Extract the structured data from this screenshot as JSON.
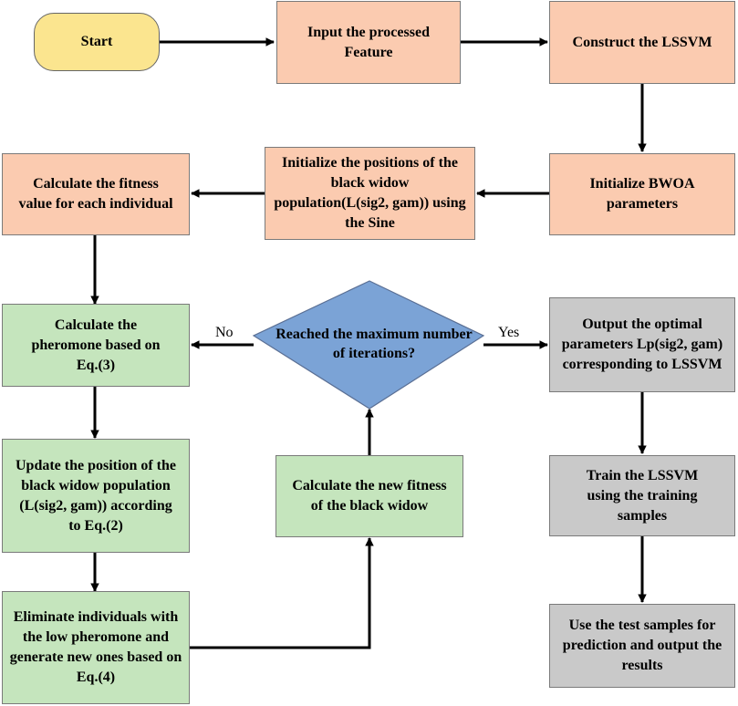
{
  "nodes": {
    "start": "Start",
    "input_feature": "Input the processed Feature",
    "construct_lssvm": "Construct the LSSVM",
    "init_bwoa": "Initialize BWOA parameters",
    "init_positions": "Initialize the positions of the black widow population(L(sig2, gam)) using the Sine",
    "calc_fitness": "Calculate the fitness value for each individual",
    "calc_pheromone": "Calculate the pheromone based on Eq.(3)",
    "decision": "Reached the maximum number of iterations?",
    "output_optimal": "Output the optimal parameters Lp(sig2, gam) corresponding to LSSVM",
    "update_position": "Update the position of the black widow population (L(sig2, gam)) according to Eq.(2)",
    "calc_new_fitness": "Calculate the new fitness of the black widow",
    "train_lssvm": "Train the LSSVM using the training samples",
    "eliminate": "Eliminate individuals with the low pheromone and generate new ones based on Eq.(4)",
    "use_test": "Use the test samples for prediction and output the results"
  },
  "edge_labels": {
    "no": "No",
    "yes": "Yes"
  },
  "colors": {
    "start_fill": "#fbe58f",
    "setup_fill": "#fbcbb0",
    "loop_fill": "#c5e5bd",
    "result_fill": "#c9c9c9",
    "decision_fill": "#7ba3d6",
    "arrow": "#000000"
  }
}
